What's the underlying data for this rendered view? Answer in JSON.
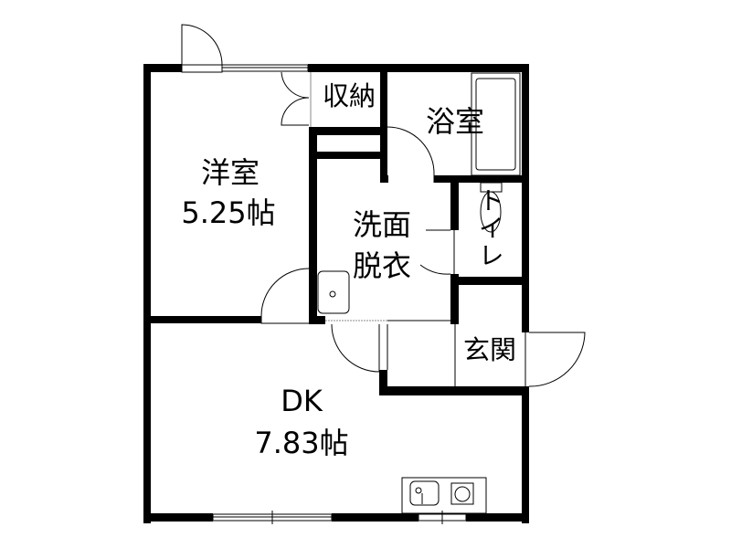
{
  "rooms": {
    "western": {
      "name": "洋室",
      "size": "5.25帖"
    },
    "storage": {
      "name": "収納"
    },
    "bath": {
      "name": "浴室"
    },
    "washroom": {
      "line1": "洗面",
      "line2": "脱衣"
    },
    "toilet": {
      "name": "トイレ"
    },
    "entrance": {
      "name": "玄関"
    },
    "dk": {
      "name": "DK",
      "size": "7.83帖"
    }
  }
}
